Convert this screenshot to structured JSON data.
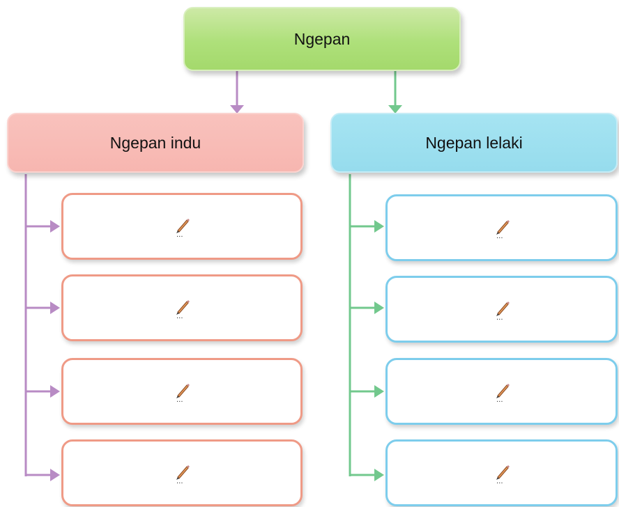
{
  "root": {
    "label": "Ngepan"
  },
  "categories": [
    {
      "label": "Ngepan indu",
      "color": "#f7b6b0",
      "border": "#ef9a86",
      "line": "#b88bc4"
    },
    {
      "label": "Ngepan lelaki",
      "color": "#96dced",
      "border": "#7dcdec",
      "line": "#72c88d"
    }
  ],
  "root_color": "#aee07a",
  "answer_box_icon": "pencil-icon",
  "answer_box_placeholder": "..."
}
